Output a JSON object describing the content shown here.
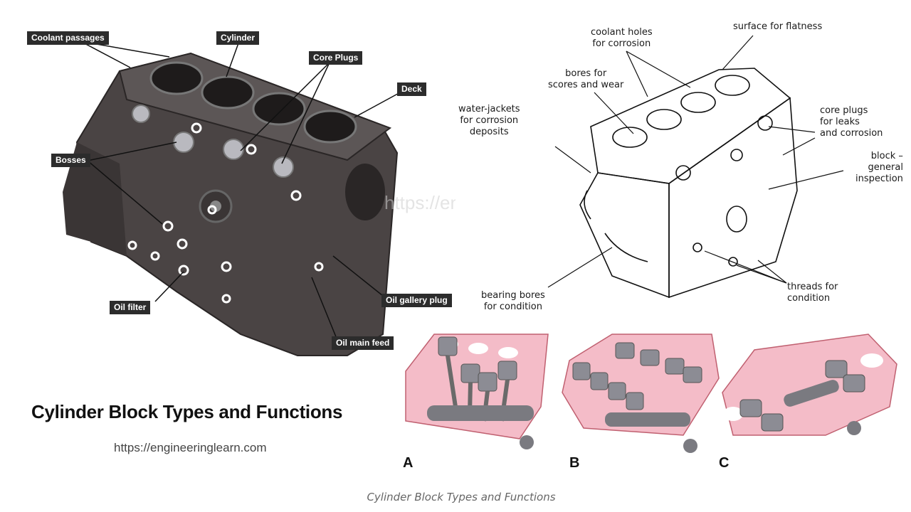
{
  "photo_labels": {
    "coolant_passages": "Coolant passages",
    "cylinder": "Cylinder",
    "core_plugs": "Core Plugs",
    "deck": "Deck",
    "bosses": "Bosses",
    "oil_filter": "Oil filter",
    "oil_gallery_plug": "Oil gallery plug",
    "oil_main_feed": "Oil main feed"
  },
  "sketch_labels": {
    "coolant_holes": "coolant holes\nfor corrosion",
    "surface_flatness": "surface for flatness",
    "bores": "bores for\nscores and wear",
    "water_jackets": "water-jackets\nfor corrosion\ndeposits",
    "core_plugs": "core plugs\nfor leaks\nand corrosion",
    "block_general": "block –\ngeneral\ninspection",
    "bearing_bores": "bearing bores\nfor condition",
    "threads": "threads for\ncondition"
  },
  "watermark": "https://engineeringlearn.com",
  "title": "Cylinder Block Types and Functions",
  "url": "https://engineeringlearn.com",
  "variants": [
    "A",
    "B",
    "C"
  ],
  "caption": "Cylinder Block Types and Functions",
  "colors": {
    "block_metal": "#4a4444",
    "tag_bg": "#2c2c2c",
    "layout_pink": "#f4bcc8"
  }
}
